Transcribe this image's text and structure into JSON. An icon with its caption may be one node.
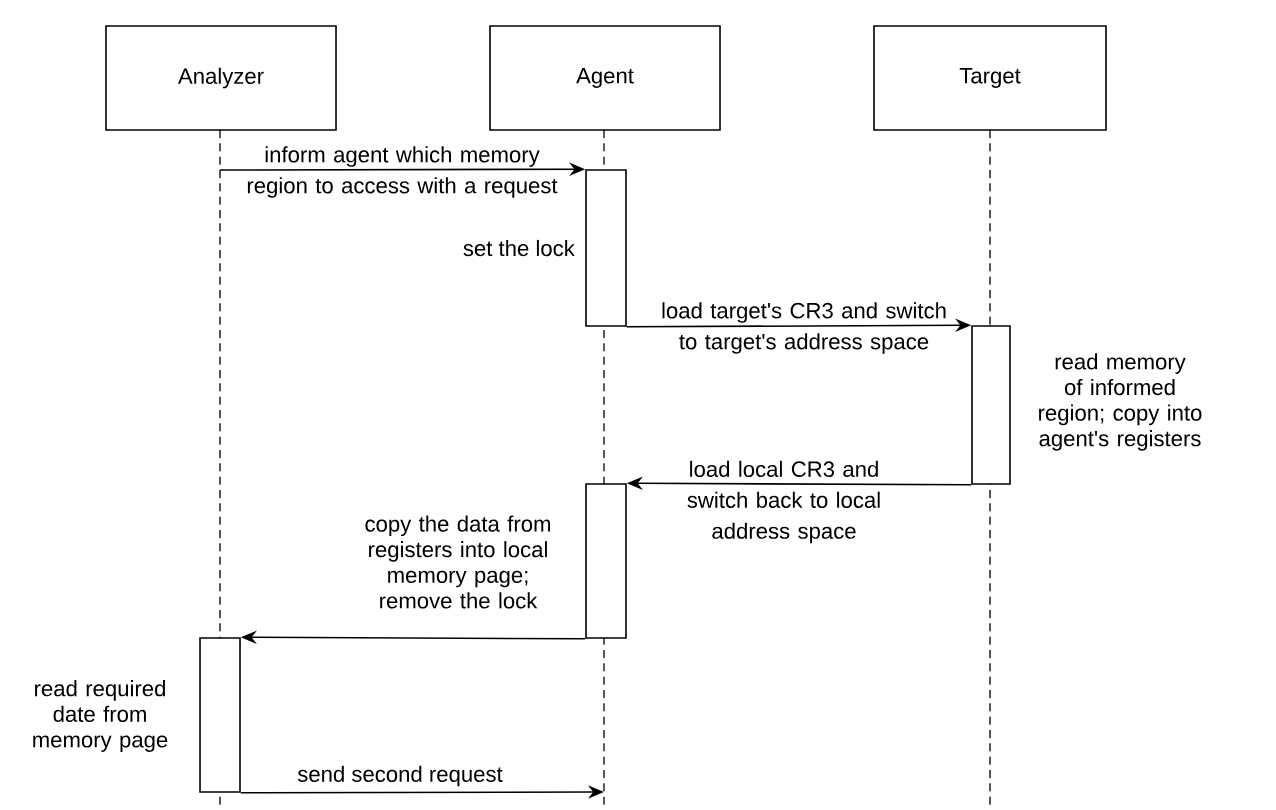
{
  "diagram": {
    "nodes": [
      {
        "text": [
          "Analyzer"
        ]
      },
      {
        "text": [
          "Agent"
        ]
      },
      {
        "text": [
          "Target"
        ]
      },
      {
        "text": [],
        "shape": "bar",
        "beside": [
          "set the lock"
        ]
      },
      {
        "text": [],
        "shape": "bar",
        "beside": [
          "read memory of informed region; copy into agent's registers"
        ]
      },
      {
        "text": [],
        "shape": "bar",
        "beside": [
          "copy the data from registers into local memory page; remove the lock"
        ]
      },
      {
        "text": [],
        "shape": "bar",
        "beside": [
          "read required date from memory page"
        ]
      }
    ],
    "edges": [
      {
        "from": null,
        "to": 3,
        "arrow": "to",
        "label": "inform agent which memory region to access with a request"
      },
      {
        "from": 3,
        "to": 4,
        "arrow": "to",
        "label": "load target's CR3 and switch to target's address space"
      },
      {
        "from": 4,
        "to": 5,
        "arrow": "to",
        "label": "load local CR3 and switch back to local address space"
      },
      {
        "from": 5,
        "to": 6,
        "arrow": "to"
      },
      {
        "from": 6,
        "to": null,
        "arrow": "to",
        "label": "send second request"
      }
    ]
  }
}
